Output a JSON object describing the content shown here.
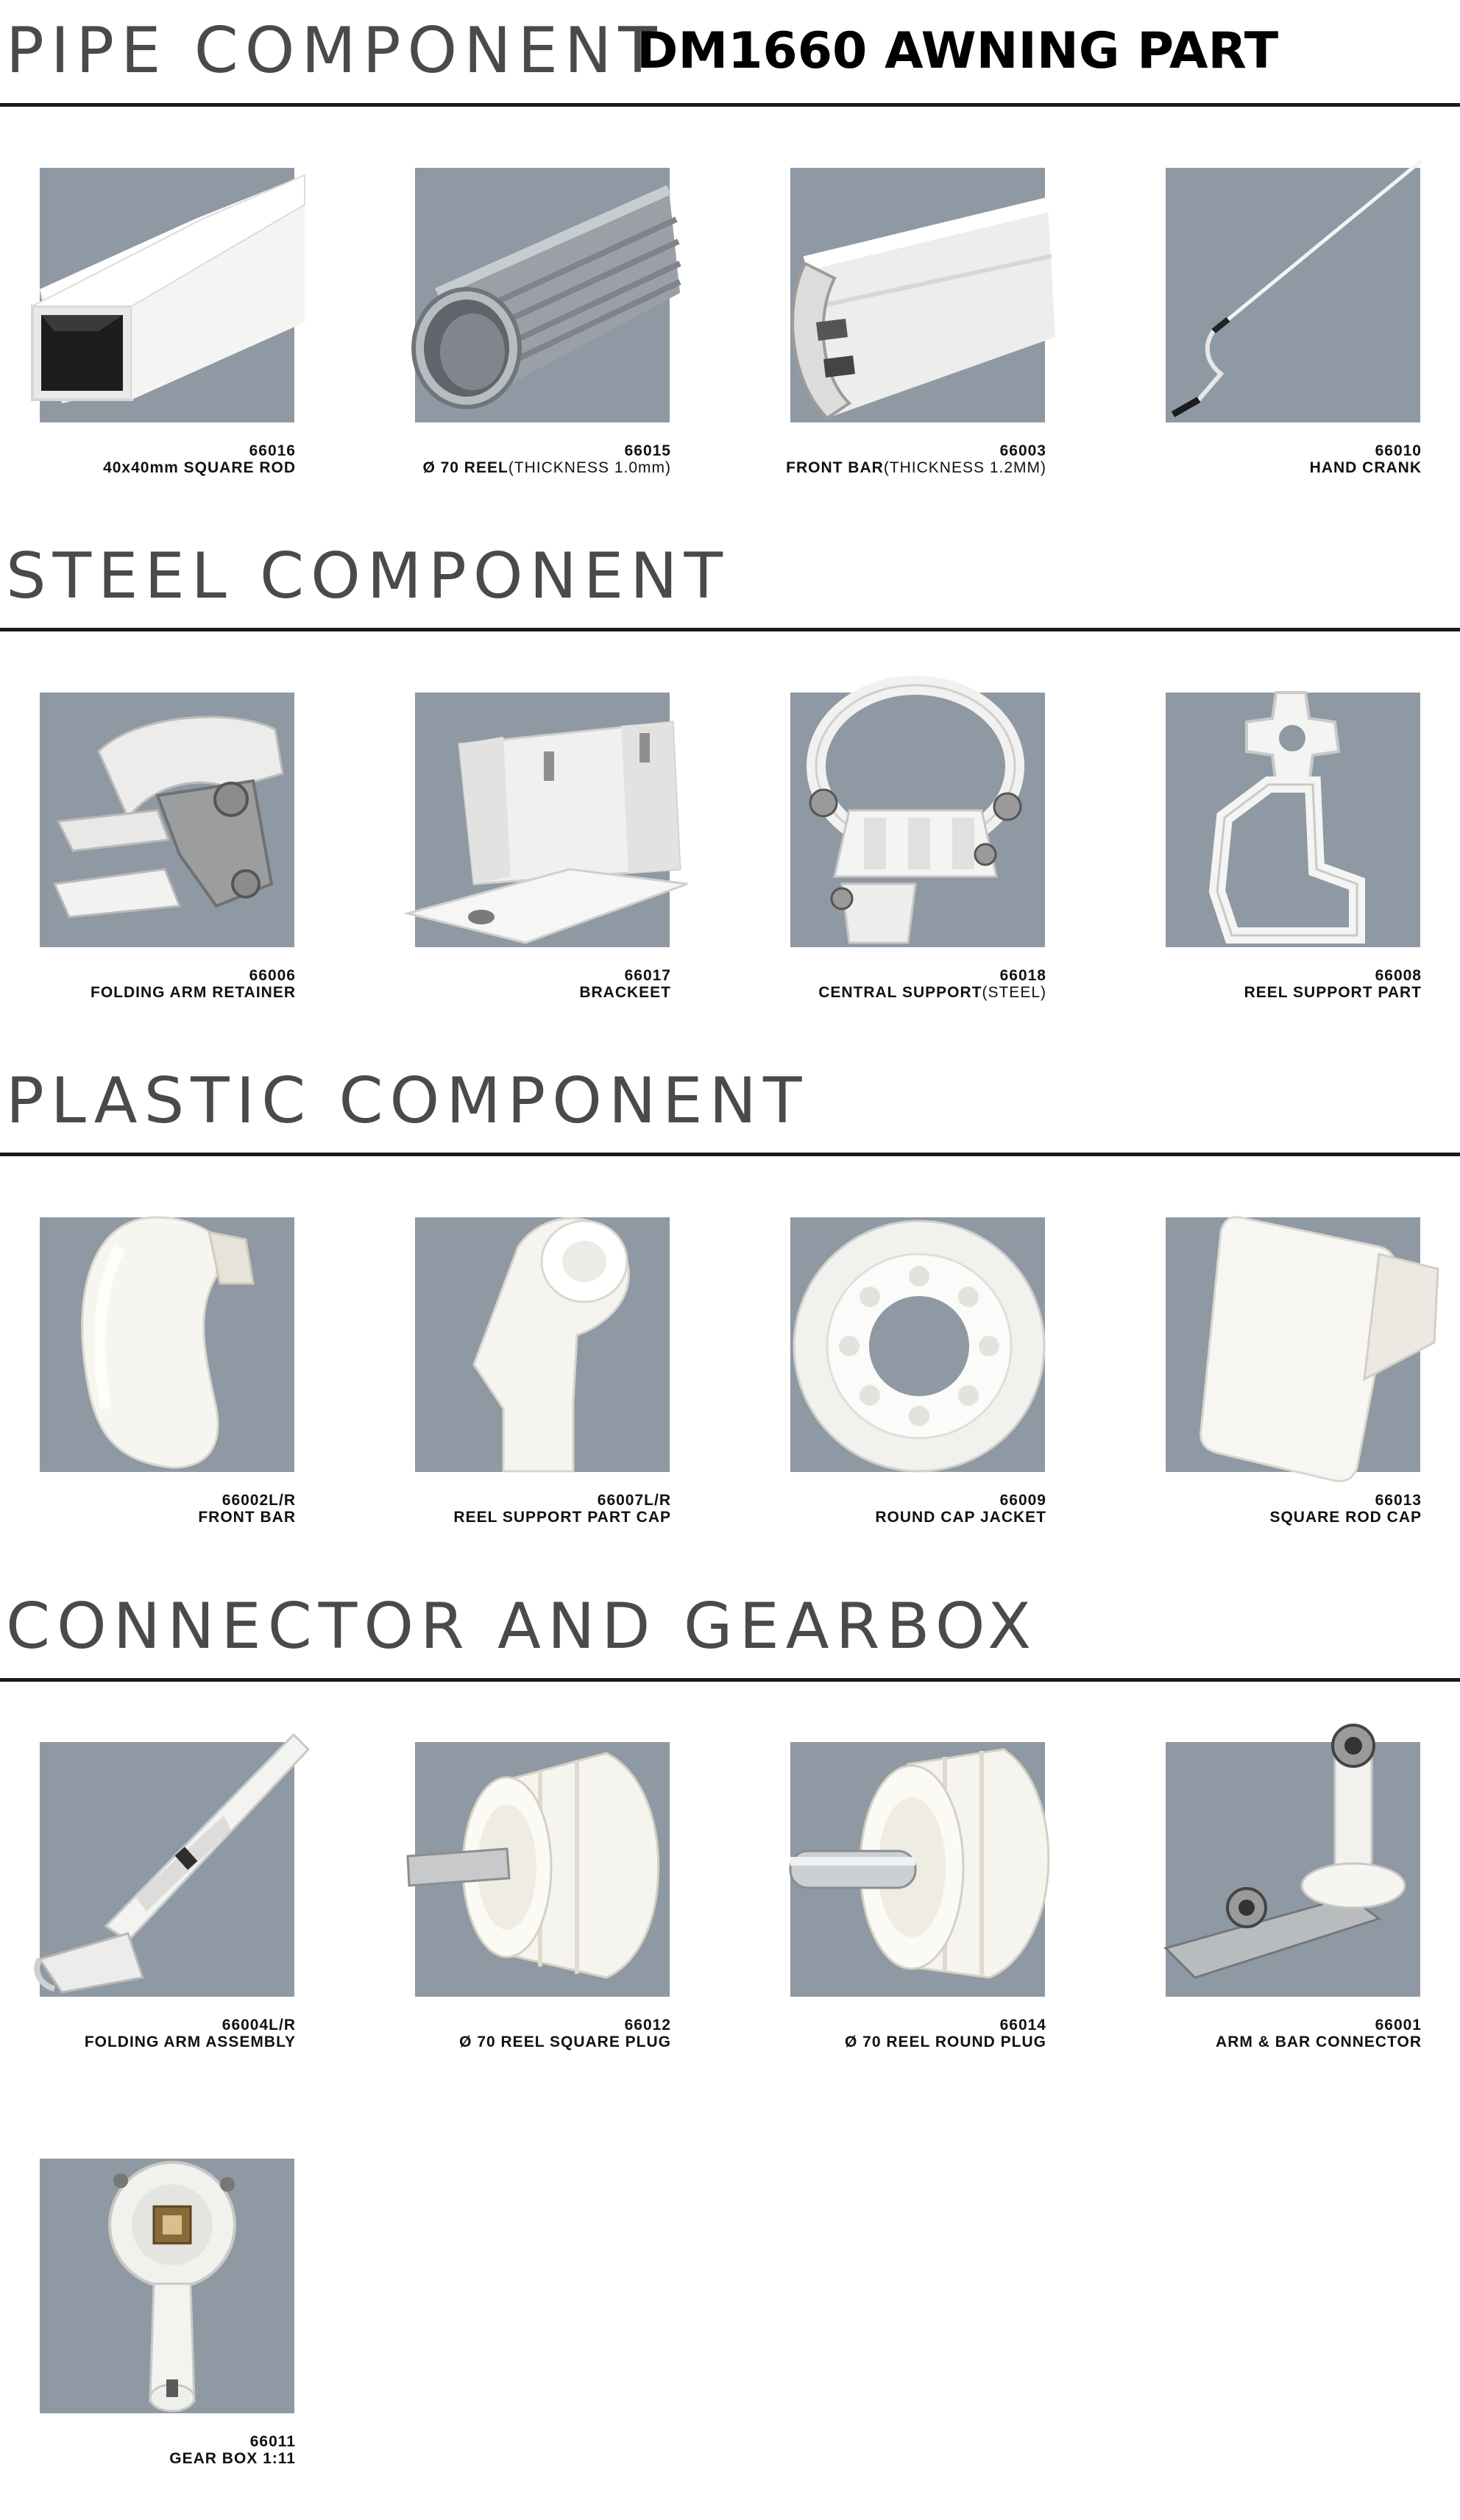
{
  "document_title": "DM1660 AWNING PART",
  "sections": [
    {
      "title": "PIPE COMPONENT",
      "items": [
        {
          "code": "66016",
          "name": "40x40mm SQUARE ROD",
          "note": "",
          "icon": "square-tube-icon"
        },
        {
          "code": "66015",
          "name": "Ø 70 REEL",
          "note": "(THICKNESS 1.0mm)",
          "icon": "reel-tube-icon"
        },
        {
          "code": "66003",
          "name": "FRONT BAR",
          "note": "(THICKNESS 1.2MM)",
          "icon": "front-bar-profile-icon"
        },
        {
          "code": "66010",
          "name": "HAND CRANK",
          "note": "",
          "icon": "hand-crank-icon"
        }
      ]
    },
    {
      "title": "STEEL COMPONENT",
      "items": [
        {
          "code": "66006",
          "name": "FOLDING ARM RETAINER",
          "note": "",
          "icon": "arm-retainer-icon"
        },
        {
          "code": "66017",
          "name": "BRACKEET",
          "note": "",
          "icon": "bracket-icon"
        },
        {
          "code": "66018",
          "name": "CENTRAL SUPPORT",
          "note": "(STEEL)",
          "icon": "central-support-icon"
        },
        {
          "code": "66008",
          "name": "REEL SUPPORT PART",
          "note": "",
          "icon": "reel-support-icon"
        }
      ]
    },
    {
      "title": "PLASTIC COMPONENT",
      "items": [
        {
          "code": "66002L/R",
          "name": "FRONT BAR",
          "note": "",
          "icon": "front-bar-cap-icon"
        },
        {
          "code": "66007L/R",
          "name": "REEL SUPPORT PART CAP",
          "note": "",
          "icon": "reel-support-cap-icon"
        },
        {
          "code": "66009",
          "name": "ROUND CAP JACKET",
          "note": "",
          "icon": "round-cap-jacket-icon"
        },
        {
          "code": "66013",
          "name": "SQUARE ROD CAP",
          "note": "",
          "icon": "square-rod-cap-icon"
        }
      ]
    },
    {
      "title": "CONNECTOR AND GEARBOX",
      "items": [
        {
          "code": "66004L/R",
          "name": "FOLDING ARM ASSEMBLY",
          "note": "",
          "icon": "folding-arm-icon"
        },
        {
          "code": "66012",
          "name": "Ø 70 REEL SQUARE PLUG",
          "note": "",
          "icon": "square-plug-icon"
        },
        {
          "code": "66014",
          "name": "Ø 70 REEL ROUND PLUG",
          "note": "",
          "icon": "round-plug-icon"
        },
        {
          "code": "66001",
          "name": "ARM & BAR CONNECTOR",
          "note": "",
          "icon": "arm-bar-connector-icon"
        },
        {
          "code": "66011",
          "name": "GEAR BOX  1:11",
          "note": "",
          "icon": "gear-box-icon"
        }
      ]
    }
  ],
  "colors": {
    "photo_background": "#8f99a4",
    "title_gray": "#4a4a4a",
    "rule": "#1a1a1a"
  }
}
